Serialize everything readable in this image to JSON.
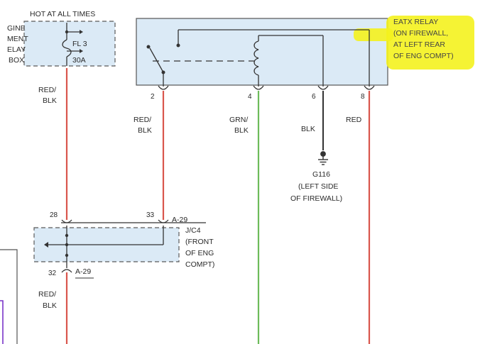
{
  "colors": {
    "box_fill": "#dbeaf6",
    "box_stroke": "#4d4d4d",
    "wire_red": "#d9564d",
    "wire_green": "#6dbb5a",
    "wire_black": "#333333",
    "highlight": "#f4f21e",
    "purple": "#7a35c8"
  },
  "labels": {
    "hot_at_all_times": "HOT AT ALL TIMES",
    "relay_box": [
      "GINE",
      "MENT",
      "ELAY",
      "BOX"
    ],
    "fuse": [
      "FL 3",
      "30A"
    ],
    "eatx_relay": [
      "EATX RELAY",
      "(ON FIREWALL,",
      "AT LEFT REAR",
      "OF ENG COMPT)"
    ],
    "pins": {
      "p2": "2",
      "p4": "4",
      "p6": "6",
      "p8": "8",
      "p28": "28",
      "p33": "33",
      "p32": "32"
    },
    "wire_left_top": [
      "RED/",
      "BLK"
    ],
    "wire_pin2": [
      "RED/",
      "BLK"
    ],
    "wire_pin4": [
      "GRN/",
      "BLK"
    ],
    "wire_pin6": "BLK",
    "wire_pin8": "RED",
    "ground": [
      "G116",
      "(LEFT SIDE",
      "OF FIREWALL)"
    ],
    "conn_a29_top": "A-29",
    "jc4": [
      "J/C4",
      "(FRONT",
      "OF ENG",
      "COMPT)"
    ],
    "conn_a29_bottom": "A-29",
    "wire_left_bottom": [
      "RED/",
      "BLK"
    ]
  }
}
